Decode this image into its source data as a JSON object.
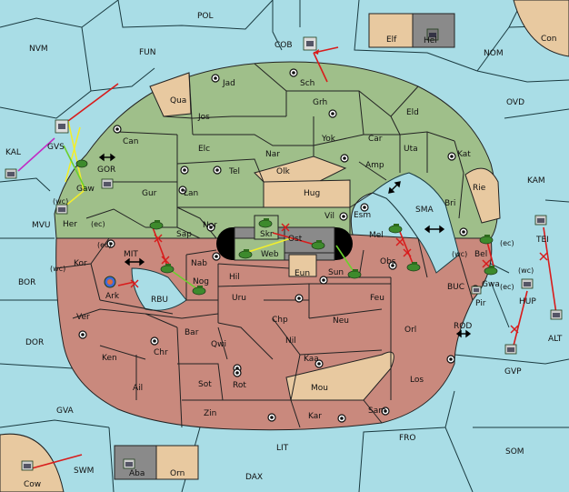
{
  "colors": {
    "sea": "#a9dde6",
    "green_power": "#9fbf8a",
    "red_power": "#c9897d",
    "neutral": "#e8c9a0",
    "gray_box": "#8a8a8a",
    "order_red": "#d81c1c",
    "order_yellow": "#f2ee2c",
    "order_green": "#6bd02d",
    "order_purple": "#c22cc4"
  },
  "sea_labels": {
    "pol": "POL",
    "nvm": "NVM",
    "fun": "FUN",
    "cob": "COB",
    "nom": "NOM",
    "ovd": "OVD",
    "kal": "KAL",
    "gvs": "GVS",
    "gor": "GOR",
    "kam": "KAM",
    "mvu": "MVU",
    "sma": "SMA",
    "tei": "TEI",
    "mit": "MIT",
    "bor": "BOR",
    "buc": "BUC",
    "hup": "HUP",
    "rbu": "RBU",
    "dor": "DOR",
    "rod": "ROD",
    "alt": "ALT",
    "gvp": "GVP",
    "gva": "GVA",
    "fro": "FRO",
    "som": "SOM",
    "lit": "LIT",
    "swm": "SWM",
    "dax": "DAX",
    "con": "Con",
    "cow": "Cow"
  },
  "green_provinces": {
    "jad": "Jad",
    "sch": "Sch",
    "qua": "Qua",
    "jos": "Jos",
    "grh": "Grh",
    "eld": "Eld",
    "can": "Can",
    "elc": "Elc",
    "nar": "Nar",
    "yok": "Yok",
    "car": "Car",
    "uta": "Uta",
    "tel": "Tel",
    "olk": "Olk",
    "amp": "Amp",
    "kat": "Kat",
    "gur": "Gur",
    "lan": "Lan",
    "hug": "Hug",
    "rie": "Rie",
    "bri": "Bri",
    "nor": "Nor",
    "vil": "Vil",
    "esm": "Esm",
    "sap": "Sap",
    "skr": "Skr",
    "gaw": "Gaw"
  },
  "red_provinces": {
    "her": "Her",
    "kor": "Kor",
    "nab": "Nab",
    "web": "Web",
    "ost": "Ost",
    "mel": "Mel",
    "ark": "Ark",
    "hil": "Hil",
    "nog": "Nog",
    "eun": "Eun",
    "sun": "Sun",
    "obs": "Obs",
    "bel": "Bel",
    "gwa": "Gwa",
    "uru": "Uru",
    "feu": "Feu",
    "pir": "Pir",
    "ver": "Ver",
    "chp": "Chp",
    "neu": "Neu",
    "orl": "Orl",
    "bar": "Bar",
    "qwi": "Qwi",
    "nil": "Nil",
    "ken": "Ken",
    "chr": "Chr",
    "kaa": "Kaa",
    "ail": "Ail",
    "sot": "Sot",
    "rot": "Rot",
    "mou": "Mou",
    "los": "Los",
    "zin": "Zin",
    "kar": "Kar",
    "sam": "Sam"
  },
  "coast_tags": {
    "wc1": "(wc)",
    "ec1": "(ec)",
    "wc2": "(wc)",
    "ec2": "(ec)",
    "wc3": "(wc)",
    "ec3": "(ec)",
    "wc4": "(wc)",
    "ec4": "(ec)"
  },
  "boxes": {
    "elf": "Elf",
    "hel": "Hel",
    "aba": "Aba",
    "orn": "Orn"
  }
}
